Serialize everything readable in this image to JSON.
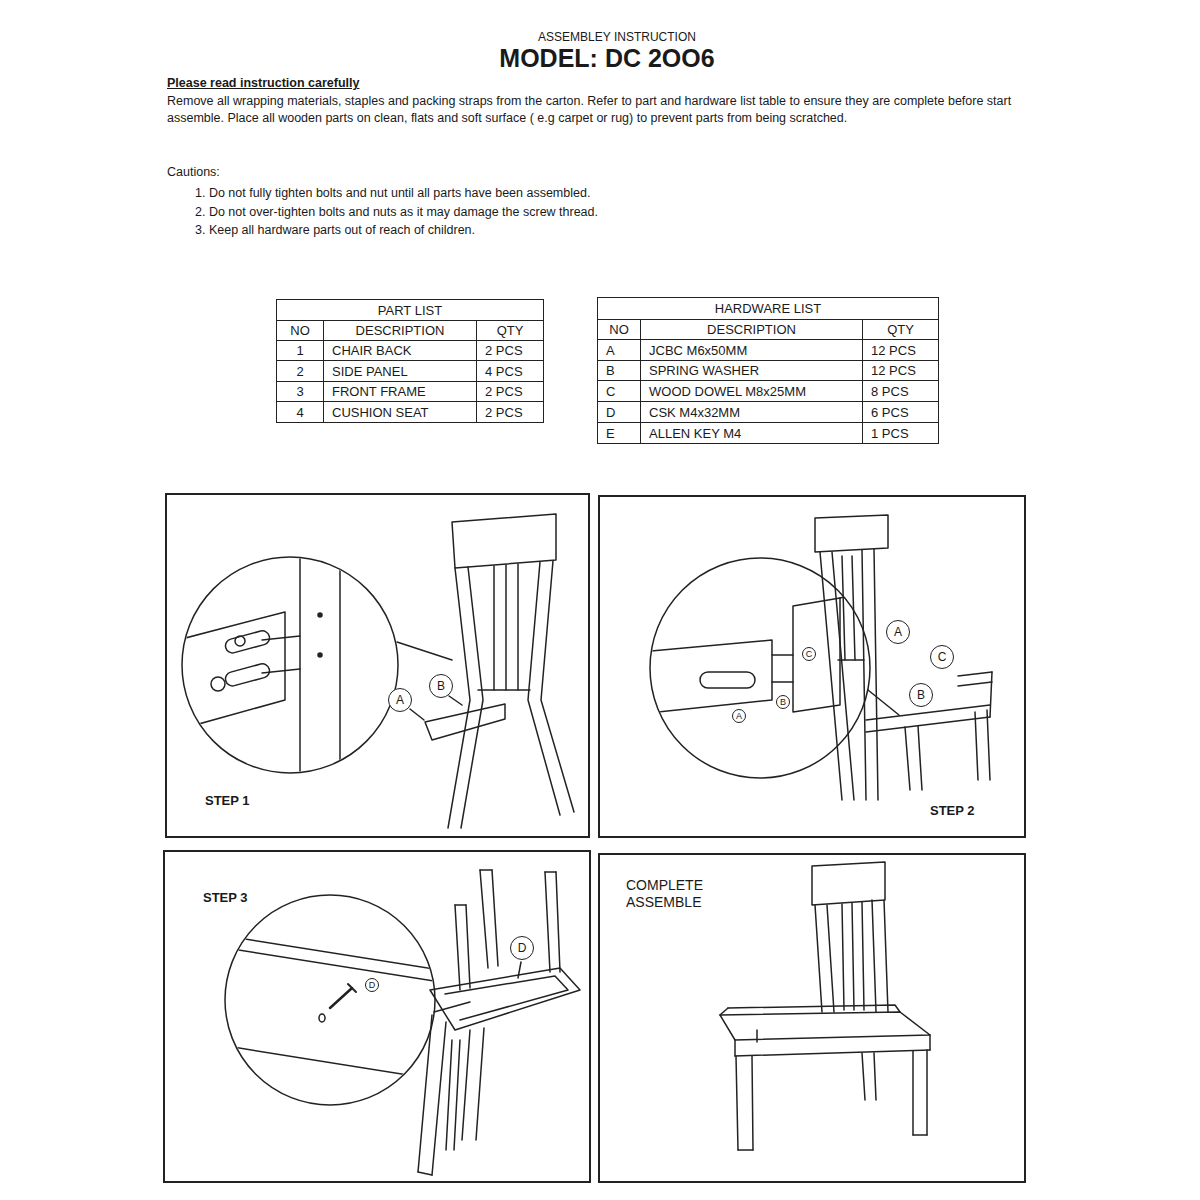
{
  "diagram": {
    "title": "MODEL: DC 2OO6",
    "nodes": [
      {
        "text": [
          "STEP 1"
        ]
      },
      {
        "text": [
          "A"
        ],
        "in": 0
      },
      {
        "text": [
          "B"
        ],
        "in": 0
      },
      {
        "text": [
          "STEP 2"
        ]
      },
      {
        "text": [
          "A"
        ],
        "in": 3
      },
      {
        "text": [
          "C"
        ],
        "in": 3
      },
      {
        "text": [
          "B"
        ],
        "in": 3
      },
      {
        "text": [
          "A"
        ],
        "in": 3
      },
      {
        "text": [
          "B"
        ],
        "in": 3
      },
      {
        "text": [
          "C"
        ],
        "in": 3
      },
      {
        "text": [
          "STEP 3"
        ]
      },
      {
        "text": [
          "D"
        ],
        "in": 10
      },
      {
        "text": [
          "D"
        ],
        "in": 10
      },
      {
        "text": [
          "COMPLETE ASSEMBLE"
        ]
      }
    ],
    "labels": [
      "ASSEMBLEY INSTRUCTION",
      "Please read instruction carefully",
      "Remove all wrapping materials, staples and packing straps from the carton. Refer to part and hardware list table to ensure they are complete before start assemble. Place all wooden parts on clean, flats and soft surface ( e.g carpet or rug) to prevent parts from being scratched.",
      "Cautions:",
      "1.  Do not fully tighten bolts and nut until all parts have been assembled.",
      "2.  Do not over-tighten bolts and nuts as it may damage the screw thread.",
      "3.  Keep all hardware parts out of reach of children.",
      "PART LIST",
      "NO",
      "DESCRIPTION",
      "QTY",
      "1",
      "CHAIR BACK",
      "2 PCS",
      "2",
      "SIDE PANEL",
      "4 PCS",
      "3",
      "FRONT FRAME",
      "2 PCS",
      "4",
      "CUSHION SEAT",
      "2 PCS",
      "HARDWARE LIST",
      "NO",
      "DESCRIPTION",
      "QTY",
      "A",
      "JCBC M6x50MM",
      "12 PCS",
      "B",
      "SPRING WASHER",
      "12 PCS",
      "C",
      "WOOD DOWEL M8x25MM",
      "8 PCS",
      "D",
      "CSK M4x32MM",
      "6 PCS",
      "E",
      "ALLEN KEY M4",
      "1 PCS"
    ]
  }
}
